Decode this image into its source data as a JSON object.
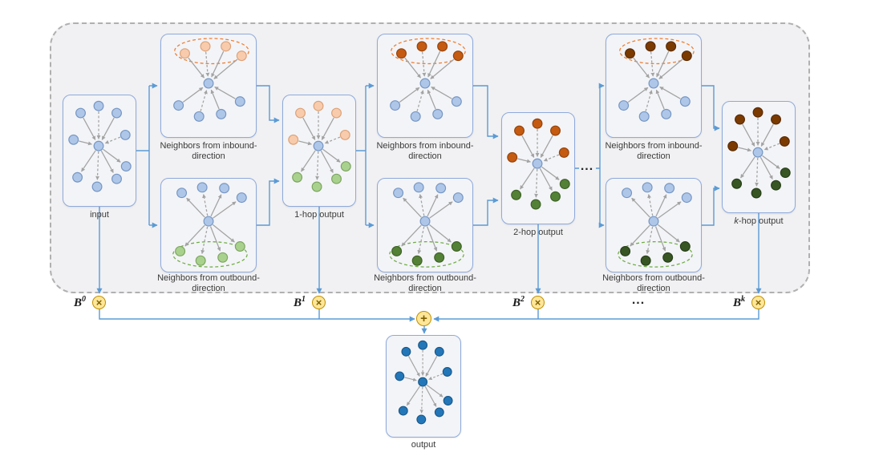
{
  "palette": {
    "lightBlue": {
      "fill": "#aec6e8",
      "stroke": "#7596c4"
    },
    "peach": {
      "fill": "#f8cbad",
      "stroke": "#dda277"
    },
    "orange": {
      "fill": "#c55a11",
      "stroke": "#94430c"
    },
    "darkBrown": {
      "fill": "#7b3a00",
      "stroke": "#592a00"
    },
    "lightGreen": {
      "fill": "#a9d18e",
      "stroke": "#7da562"
    },
    "green": {
      "fill": "#538135",
      "stroke": "#3e6127"
    },
    "darkGreen": {
      "fill": "#375623",
      "stroke": "#273e19"
    },
    "solidBlue": {
      "fill": "#2377b8",
      "stroke": "#17578a"
    }
  },
  "colors": {
    "connector": "#5b9bd5",
    "edge": "#a3a3a3",
    "ellipse_inbound": "#ed7d31",
    "ellipse_outbound": "#70ad47",
    "operator_fill": "#ffe699",
    "operator_border": "#bf8f00",
    "panel_border": "#8faadc",
    "panel_bg": "#f3f4f7",
    "container_bg": "#f1f1f3",
    "container_border": "#b0b0b0"
  },
  "panels": {
    "input": {
      "caption_italic": "",
      "caption": "input",
      "top": "lightBlue",
      "bottom": "lightBlue",
      "center": "lightBlue"
    },
    "hop1": {
      "caption_italic": "",
      "caption": "1-hop output",
      "top": "peach",
      "bottom": "lightGreen",
      "center": "lightBlue"
    },
    "hop2": {
      "caption_italic": "",
      "caption": "2-hop output",
      "top": "orange",
      "bottom": "green",
      "center": "lightBlue"
    },
    "hopk": {
      "caption_italic": "k",
      "caption": "-hop output",
      "top": "darkBrown",
      "bottom": "darkGreen",
      "center": "lightBlue"
    },
    "output": {
      "caption_italic": "",
      "caption": "output",
      "top": "solidBlue",
      "bottom": "solidBlue",
      "center": "solidBlue"
    },
    "inbound1": {
      "line1": "Neighbors from inbound-",
      "line2": "direction",
      "neighbors": "peach",
      "others": "lightBlue",
      "ellipse": "inbound"
    },
    "inbound2": {
      "line1": "Neighbors from inbound-",
      "line2": "direction",
      "neighbors": "orange",
      "others": "lightBlue",
      "ellipse": "inbound"
    },
    "inbound3": {
      "line1": "Neighbors from inbound-",
      "line2": "direction",
      "neighbors": "darkBrown",
      "others": "lightBlue",
      "ellipse": "inbound"
    },
    "outbound1": {
      "line1": "Neighbors from outbound-",
      "line2": "direction",
      "neighbors": "lightGreen",
      "others": "lightBlue",
      "ellipse": "outbound"
    },
    "outbound2": {
      "line1": "Neighbors from outbound-",
      "line2": "direction",
      "neighbors": "green",
      "others": "lightBlue",
      "ellipse": "outbound"
    },
    "outbound3": {
      "line1": "Neighbors from outbound-",
      "line2": "direction",
      "neighbors": "darkGreen",
      "others": "lightBlue",
      "ellipse": "outbound"
    }
  },
  "brow": {
    "items": [
      {
        "base": "B",
        "sup": "0"
      },
      {
        "base": "B",
        "sup": "1"
      },
      {
        "base": "B",
        "sup": "2"
      },
      {
        "base": "B",
        "sup": "k"
      }
    ],
    "ellipsis": "...",
    "otimes_glyph": "×",
    "oplus_glyph": "+"
  },
  "graph_ellipsis": "..."
}
